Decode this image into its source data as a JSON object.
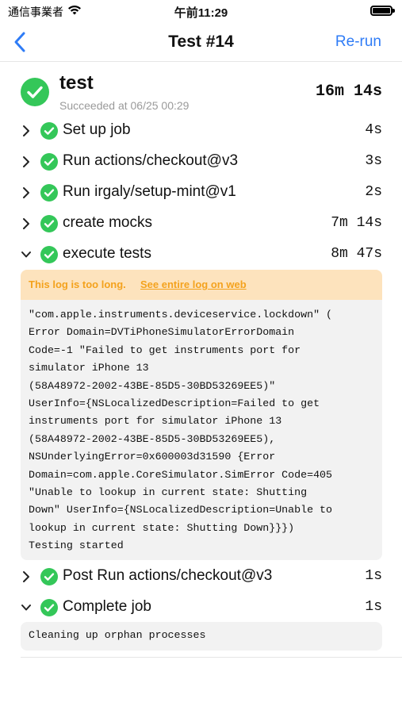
{
  "status_bar": {
    "carrier": "通信事業者",
    "time": "午前11:29",
    "wifi_icon": "wifi-icon",
    "battery_icon": "battery-icon"
  },
  "nav": {
    "back_icon": "chevron-left-icon",
    "title": "Test #14",
    "rerun_label": "Re-run"
  },
  "job": {
    "name": "test",
    "status_text": "Succeeded at 06/25 00:29",
    "duration": "16m 14s",
    "status_icon": "check-circle-icon"
  },
  "steps": [
    {
      "name": "Set up job",
      "duration": "4s",
      "expanded": false
    },
    {
      "name": "Run actions/checkout@v3",
      "duration": "3s",
      "expanded": false
    },
    {
      "name": "Run irgaly/setup-mint@v1",
      "duration": "2s",
      "expanded": false
    },
    {
      "name": "create mocks",
      "duration": "7m 14s",
      "expanded": false
    },
    {
      "name": "execute tests",
      "duration": "8m 47s",
      "expanded": true
    },
    {
      "name": "Post Run actions/checkout@v3",
      "duration": "1s",
      "expanded": false
    },
    {
      "name": "Complete job",
      "duration": "1s",
      "expanded": true
    }
  ],
  "log_notice": {
    "text": "This log is too long.",
    "link": "See entire log on web"
  },
  "logs": {
    "execute_tests": "\"com.apple.instruments.deviceservice.lockdown\" (\nError Domain=DVTiPhoneSimulatorErrorDomain\nCode=-1 \"Failed to get instruments port for\nsimulator iPhone 13\n(58A48972-2002-43BE-85D5-30BD53269EE5)\"\nUserInfo={NSLocalizedDescription=Failed to get\ninstruments port for simulator iPhone 13\n(58A48972-2002-43BE-85D5-30BD53269EE5),\nNSUnderlyingError=0x600003d31590 {Error\nDomain=com.apple.CoreSimulator.SimError Code=405\n\"Unable to lookup in current state: Shutting\nDown\" UserInfo={NSLocalizedDescription=Unable to\nlookup in current state: Shutting Down}}})\nTesting started",
    "complete_job": "Cleaning up orphan processes"
  },
  "colors": {
    "accent": "#2f7cf6",
    "success": "#34c759",
    "warning_text": "#f4a21d",
    "warning_bg": "#fde3bd",
    "log_bg": "#f2f2f2"
  }
}
